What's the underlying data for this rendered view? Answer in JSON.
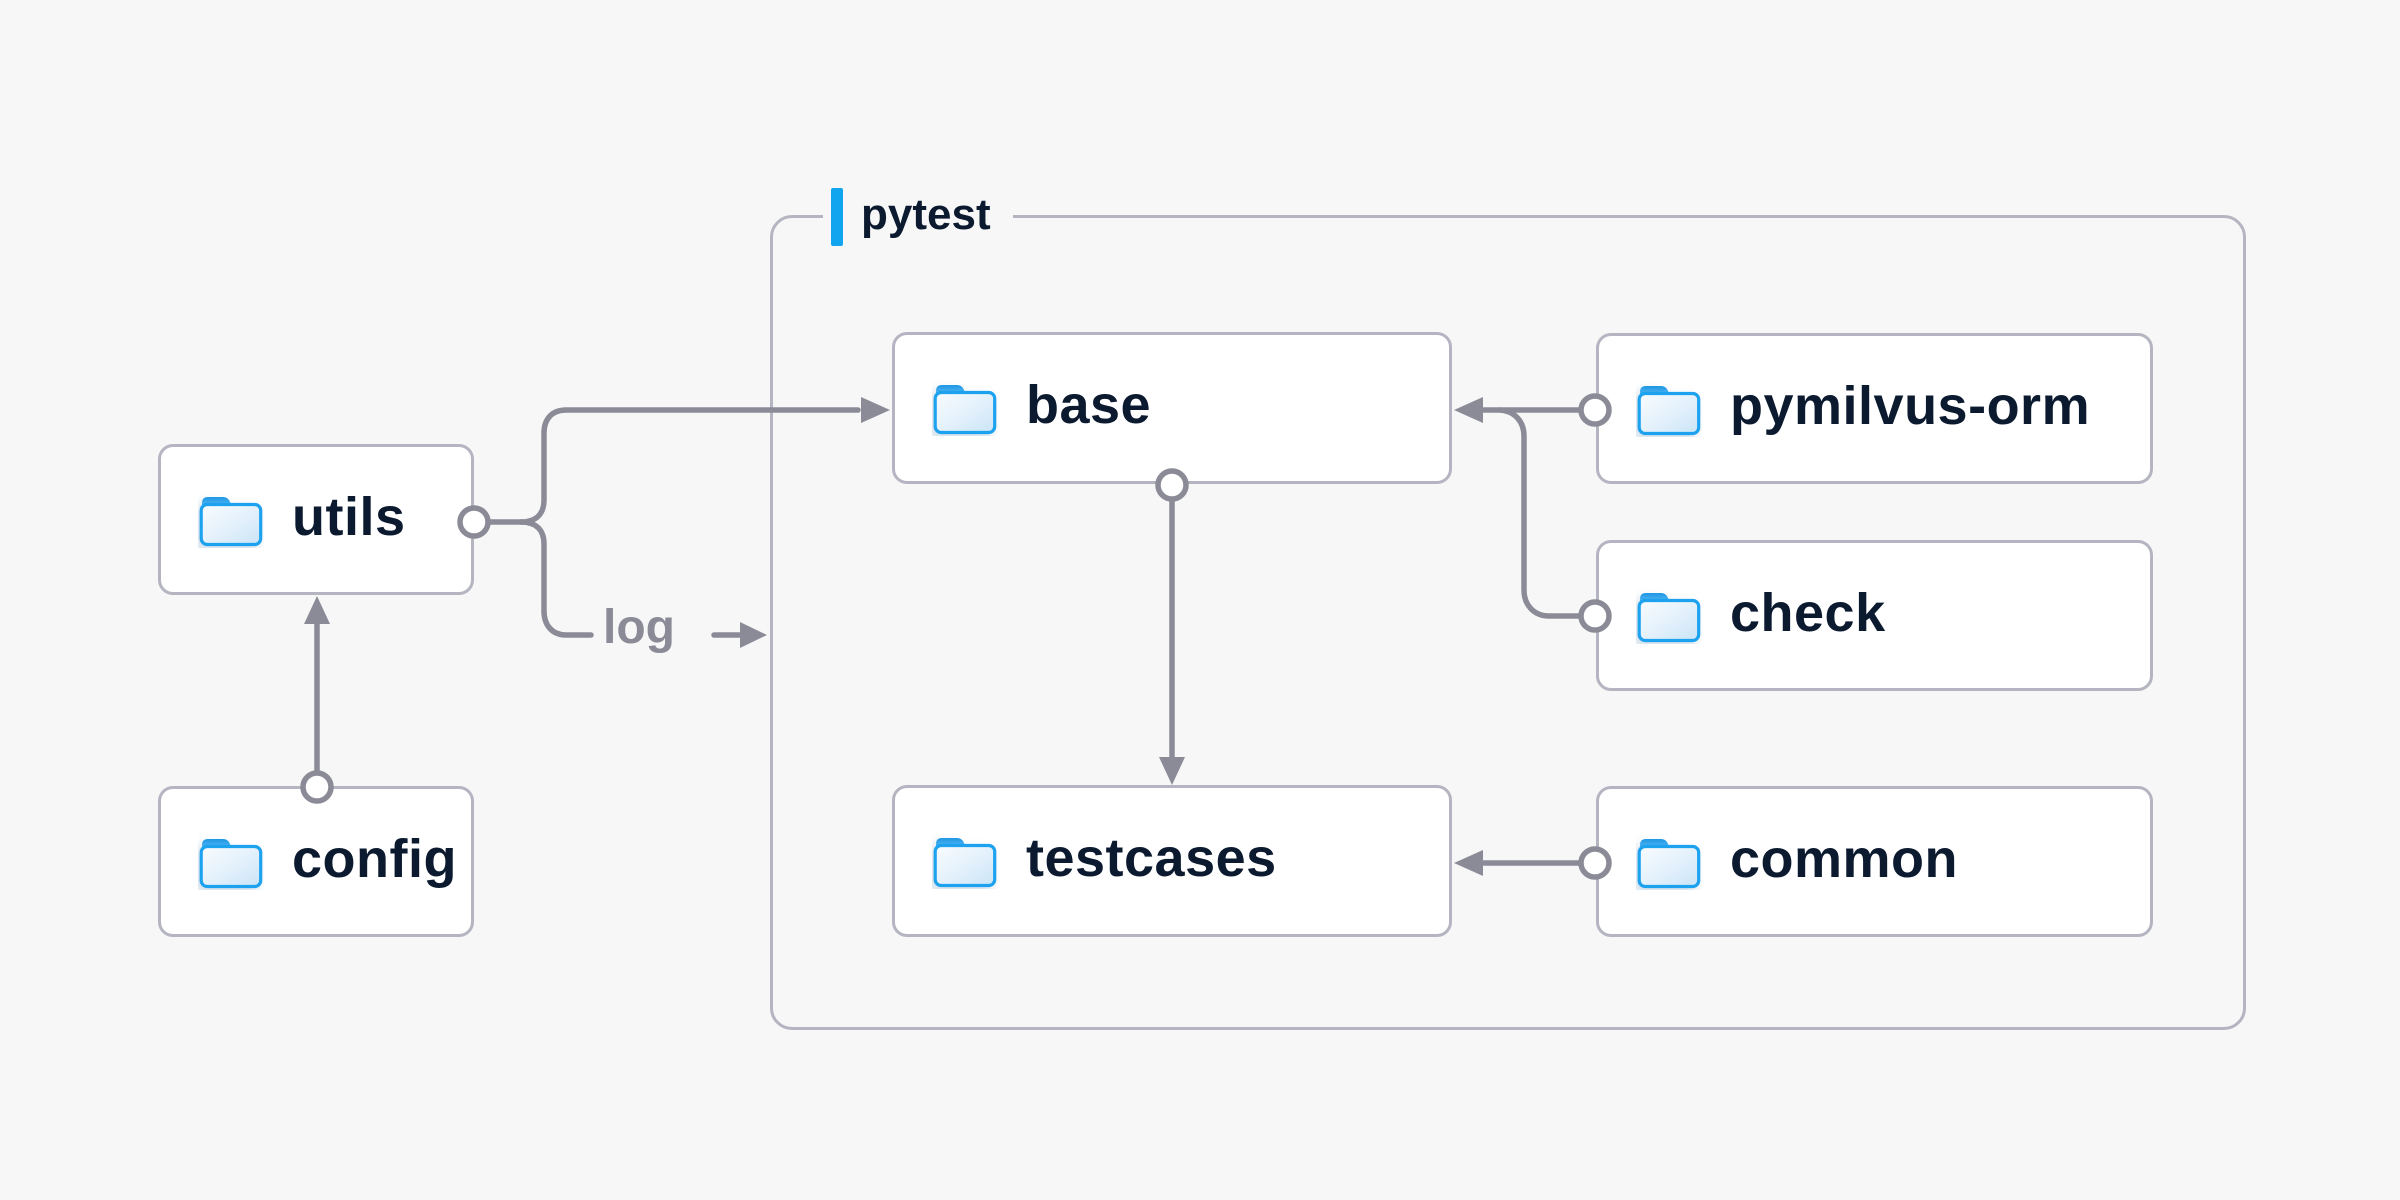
{
  "diagram": {
    "title_group": {
      "label": "pytest"
    },
    "nodes": [
      {
        "id": "utils",
        "label": "utils",
        "icon": "folder-icon",
        "inside_pytest": false
      },
      {
        "id": "config",
        "label": "config",
        "icon": "folder-icon",
        "inside_pytest": false
      },
      {
        "id": "base",
        "label": "base",
        "icon": "folder-icon",
        "inside_pytest": true
      },
      {
        "id": "testcases",
        "label": "testcases",
        "icon": "folder-icon",
        "inside_pytest": true
      },
      {
        "id": "pymilvus-orm",
        "label": "pymilvus-orm",
        "icon": "folder-icon",
        "inside_pytest": true
      },
      {
        "id": "check",
        "label": "check",
        "icon": "folder-icon",
        "inside_pytest": true
      },
      {
        "id": "common",
        "label": "common",
        "icon": "folder-icon",
        "inside_pytest": true
      }
    ],
    "edges": [
      {
        "from": "config",
        "to": "utils",
        "label": ""
      },
      {
        "from": "utils",
        "to": "base",
        "label": ""
      },
      {
        "from": "utils",
        "to": "pytest",
        "label": "log"
      },
      {
        "from": "pymilvus-orm",
        "to": "base",
        "label": ""
      },
      {
        "from": "check",
        "to": "base",
        "label": ""
      },
      {
        "from": "base",
        "to": "testcases",
        "label": ""
      },
      {
        "from": "common",
        "to": "testcases",
        "label": ""
      }
    ],
    "edge_label_log": "log",
    "colors": {
      "background": "#f7f7f8",
      "node_background": "#ffffff",
      "node_border": "#b5b5c1",
      "connector_gray": "#8b8b97",
      "text_navy": "#0c1a30",
      "accent_blue": "#12a5ef",
      "folder_border_blue": "#1ea2ef"
    }
  }
}
